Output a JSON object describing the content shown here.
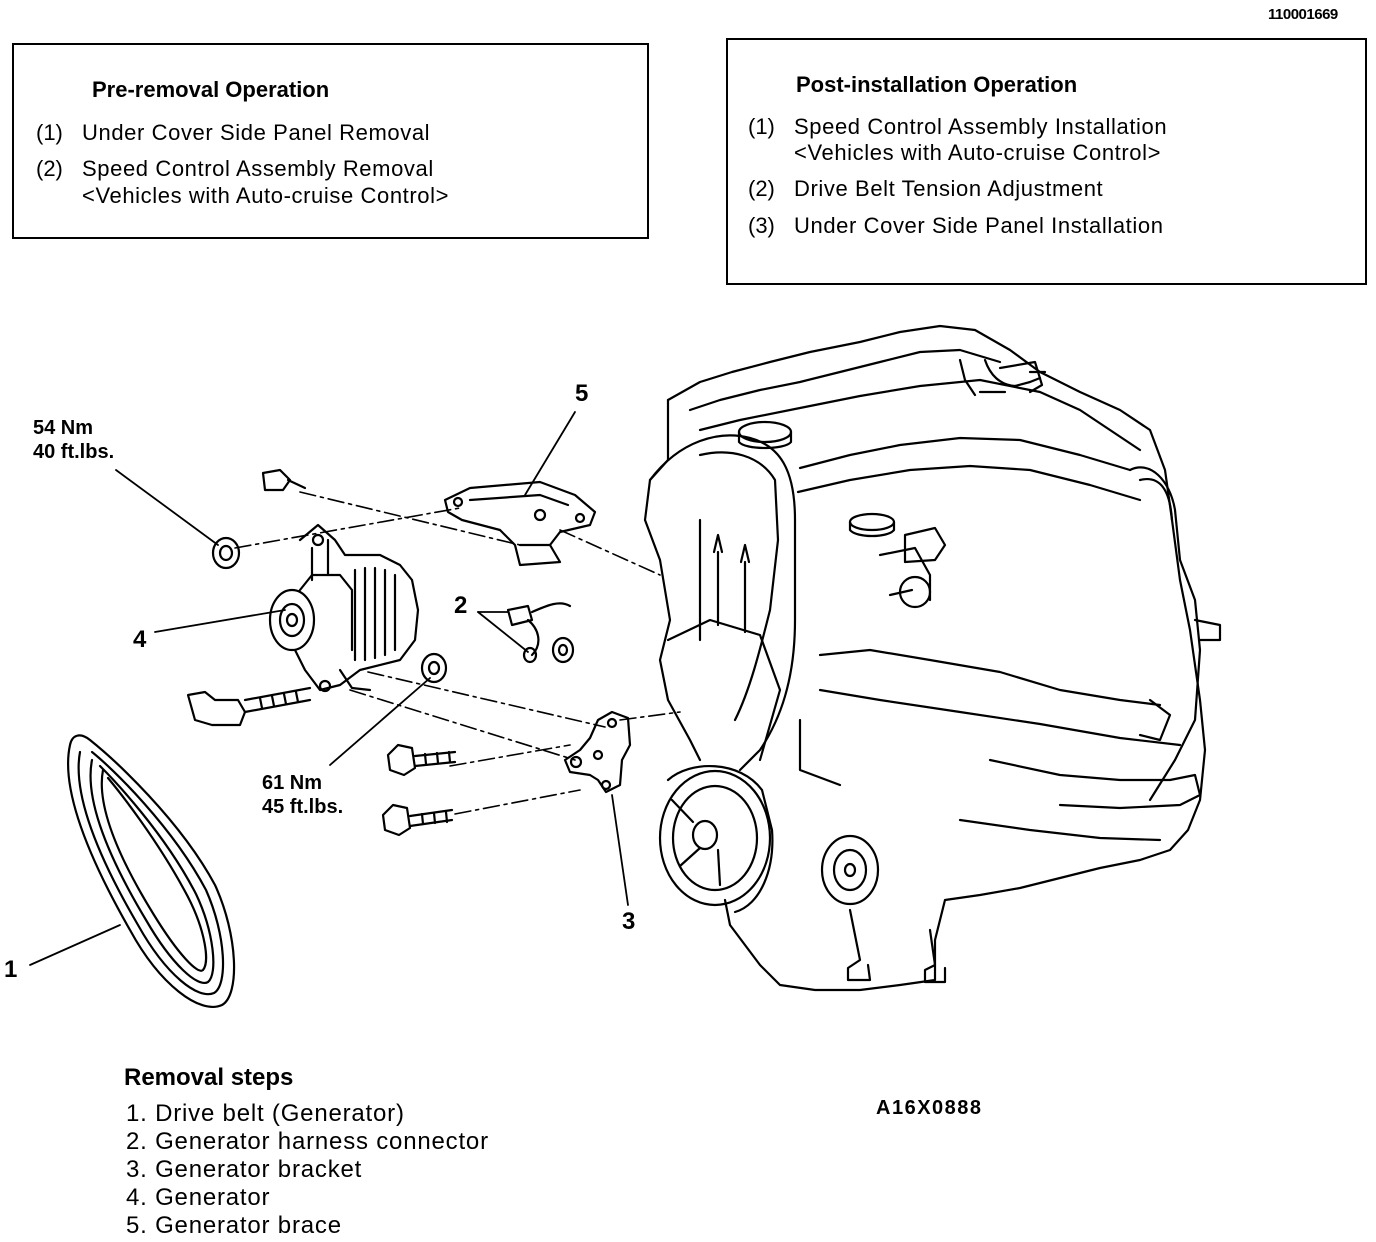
{
  "doc_id": "110001669",
  "pre_removal": {
    "title": "Pre-removal Operation",
    "items": [
      {
        "num": "(1)",
        "lines": [
          "Under Cover Side Panel Removal"
        ]
      },
      {
        "num": "(2)",
        "lines": [
          "Speed Control Assembly Removal",
          "<Vehicles with Auto-cruise Control>"
        ]
      }
    ]
  },
  "post_installation": {
    "title": "Post-installation Operation",
    "items": [
      {
        "num": "(1)",
        "lines": [
          "Speed Control Assembly Installation",
          "<Vehicles with Auto-cruise Control>"
        ]
      },
      {
        "num": "(2)",
        "lines": [
          "Drive Belt Tension Adjustment"
        ]
      },
      {
        "num": "(3)",
        "lines": [
          "Under Cover Side Panel Installation"
        ]
      }
    ]
  },
  "torque_specs": {
    "upper": {
      "nm": "54 Nm",
      "ftlbs": "40 ft.lbs."
    },
    "lower": {
      "nm": "61 Nm",
      "ftlbs": "45 ft.lbs."
    }
  },
  "callouts": {
    "c1": "1",
    "c2": "2",
    "c3": "3",
    "c4": "4",
    "c5": "5"
  },
  "removal_steps": {
    "title": "Removal steps",
    "steps": [
      "1. Drive belt (Generator)",
      "2. Generator harness connector",
      "3. Generator bracket",
      "4. Generator",
      "5. Generator brace"
    ]
  },
  "figure_code": "A16X0888"
}
